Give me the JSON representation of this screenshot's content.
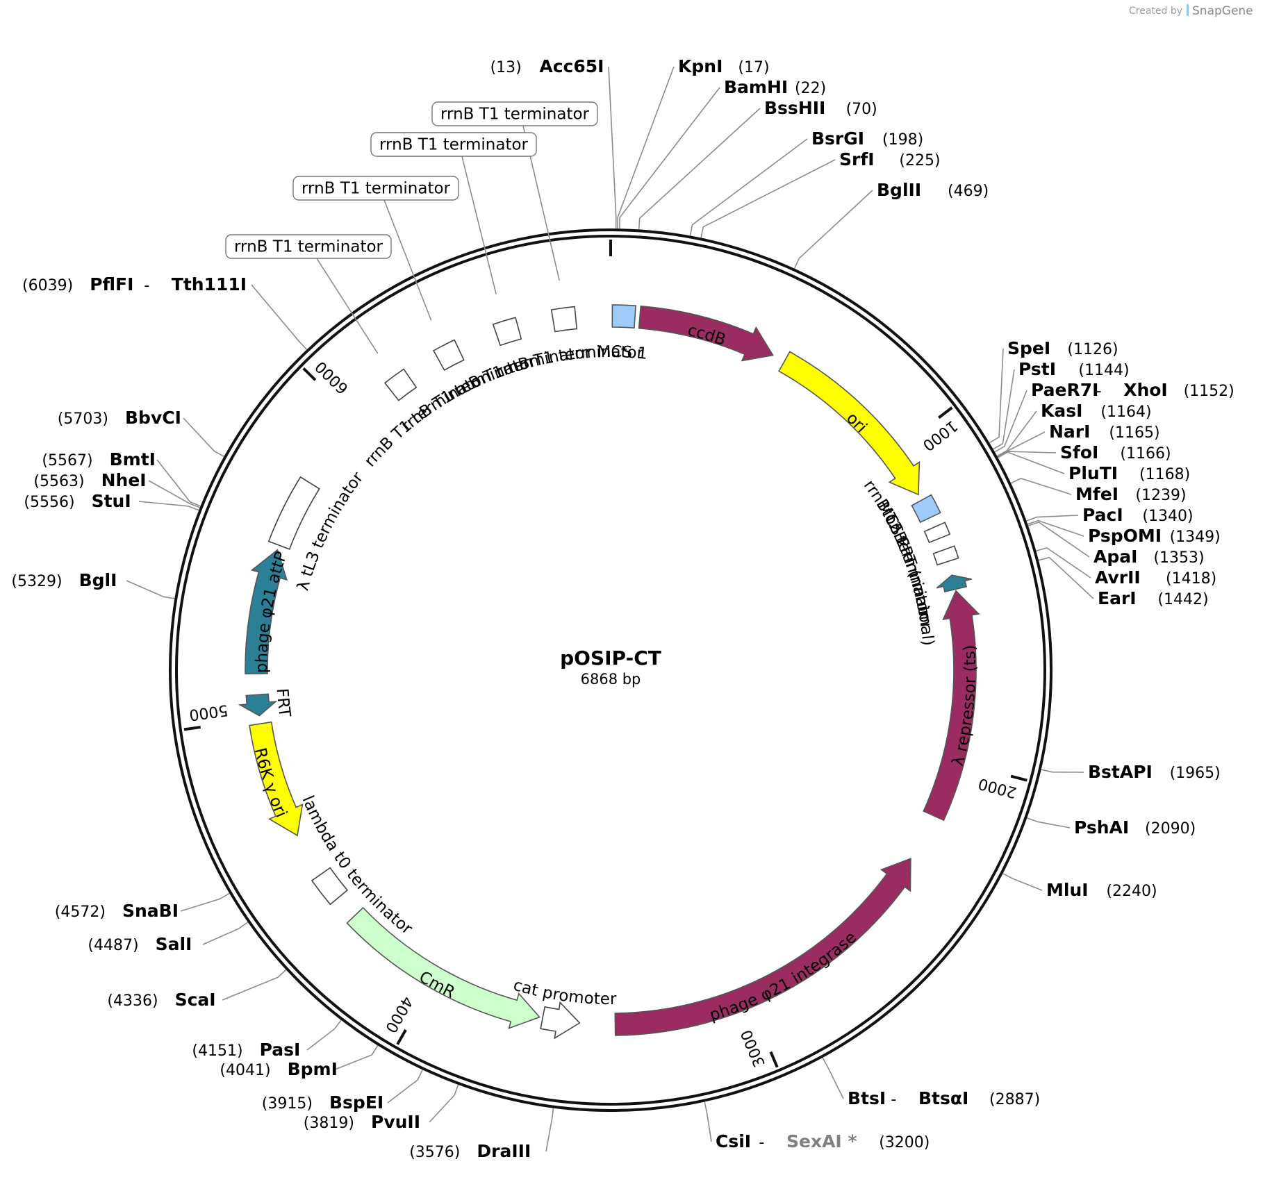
{
  "credit": {
    "prefix": "Created by",
    "brand": "SnapGene"
  },
  "plasmid": {
    "name": "pOSIP-CT",
    "size_label": "6868 bp",
    "length": 6868
  },
  "ticks": [
    {
      "pos": 1000,
      "label": "1000"
    },
    {
      "pos": 2000,
      "label": "2000"
    },
    {
      "pos": 3000,
      "label": "3000"
    },
    {
      "pos": 4000,
      "label": "4000"
    },
    {
      "pos": 5000,
      "label": "5000"
    },
    {
      "pos": 6000,
      "label": "6000"
    }
  ],
  "features": [
    {
      "name": "ccdB",
      "label": "ccdB",
      "type": "arrow",
      "strand": 1,
      "start": 90,
      "end": 520,
      "color": "#9b2c62",
      "text_color": "#ffffff",
      "label_inside": true
    },
    {
      "name": "ori",
      "label": "ori",
      "type": "arrow",
      "strand": 1,
      "start": 560,
      "end": 1150,
      "color": "#ffff00",
      "text_color": "#000000",
      "label_inside": true
    },
    {
      "name": "mcs1",
      "label": "MCS 1",
      "type": "box",
      "start": 5,
      "end": 75,
      "color": "#9fcbfb"
    },
    {
      "name": "mcs2",
      "label": "MCS 2",
      "type": "box",
      "start": 1170,
      "end": 1230,
      "color": "#9fcbfb"
    },
    {
      "name": "rrnb-t2",
      "label": "rrnB T2 terminator",
      "type": "box",
      "start": 1262,
      "end": 1300,
      "color": "#ffffff"
    },
    {
      "name": "tonb",
      "label": "tonB terminator",
      "type": "box",
      "start": 1338,
      "end": 1376,
      "color": "#ffffff"
    },
    {
      "name": "frt-minimal",
      "label": "FRT (minimal)",
      "type": "arrow",
      "strand": -1,
      "start": 1420,
      "end": 1465,
      "color": "#2b7f96",
      "text_color": "#000000",
      "label_inside": false
    },
    {
      "name": "lambda-repressor",
      "label": "λ repressor (ts)",
      "type": "arrow",
      "strand": -1,
      "start": 1470,
      "end": 2180,
      "color": "#9b2c62",
      "text_color": "#ffffff",
      "label_inside": true
    },
    {
      "name": "phage-integrase",
      "label": "phage φ21 integrase",
      "type": "arrow",
      "strand": -1,
      "start": 2330,
      "end": 3420,
      "color": "#9b2c62",
      "text_color": "#ffffff",
      "label_inside": true
    },
    {
      "name": "cat-promoter",
      "label": "cat promoter",
      "type": "arrow",
      "strand": -1,
      "start": 3530,
      "end": 3645,
      "color": "#ffffff",
      "text_color": "#000000",
      "label_inside": false
    },
    {
      "name": "cmr",
      "label": "CmR",
      "type": "arrow",
      "strand": -1,
      "start": 3655,
      "end": 4315,
      "color": "#ccffcc",
      "text_color": "#000000",
      "label_inside": true
    },
    {
      "name": "lambda-t0",
      "label": "lambda t0 terminator",
      "type": "box",
      "start": 4390,
      "end": 4480,
      "color": "#ffffff"
    },
    {
      "name": "r6k-ori",
      "label": "R6K γ ori",
      "type": "arrow",
      "strand": -1,
      "start": 4620,
      "end": 4985,
      "color": "#ffff00",
      "text_color": "#000000",
      "label_inside": true
    },
    {
      "name": "frt",
      "label": "FRT",
      "type": "arrow",
      "strand": -1,
      "start": 5010,
      "end": 5075,
      "color": "#2b7f96",
      "text_color": "#000000",
      "label_inside": false
    },
    {
      "name": "phage-attp",
      "label": "phage φ21 attP",
      "type": "arrow",
      "strand": 1,
      "start": 5140,
      "end": 5530,
      "color": "#2b7f96",
      "text_color": "#ffffff",
      "label_inside": true
    },
    {
      "name": "tl3",
      "label": "λ tL3 terminator",
      "type": "box",
      "start": 5545,
      "end": 5760,
      "color": "#ffffff"
    },
    {
      "name": "rrnb-t1-a",
      "label": "rrnB T1 terminator",
      "type": "box",
      "start": 6140,
      "end": 6210,
      "color": "#ffffff"
    },
    {
      "name": "rrnb-t1-b",
      "label": "rrnB T1 terminator",
      "type": "box",
      "start": 6315,
      "end": 6385,
      "color": "#ffffff"
    },
    {
      "name": "rrnb-t1-c",
      "label": "rrnB T1 terminator",
      "type": "box",
      "start": 6510,
      "end": 6580,
      "color": "#ffffff"
    },
    {
      "name": "rrnb-t1-d",
      "label": "rrnB T1 terminator",
      "type": "box",
      "start": 6690,
      "end": 6760,
      "color": "#ffffff"
    }
  ],
  "box_callouts": [
    {
      "text": "rrnB T1 terminator"
    },
    {
      "text": "rrnB T1 terminator"
    },
    {
      "text": "rrnB T1 terminator"
    },
    {
      "text": "rrnB T1 terminator"
    }
  ],
  "sites": [
    {
      "name": "Acc65I",
      "pos": "(13)",
      "side": "left"
    },
    {
      "name": "KpnI",
      "pos": "(17)",
      "side": "right"
    },
    {
      "name": "BamHI",
      "pos": "(22)",
      "side": "right"
    },
    {
      "name": "BssHII",
      "pos": "(70)",
      "side": "right"
    },
    {
      "name": "BsrGI",
      "pos": "(198)",
      "side": "right"
    },
    {
      "name": "SrfI",
      "pos": "(225)",
      "side": "right"
    },
    {
      "name": "BglII",
      "pos": "(469)",
      "side": "right"
    },
    {
      "name": "SpeI",
      "pos": "(1126)",
      "side": "right"
    },
    {
      "name": "PstI",
      "pos": "(1144)",
      "side": "right"
    },
    {
      "name": "PaeR7I",
      "name2": "XhoI",
      "pos": "(1152)",
      "side": "right"
    },
    {
      "name": "KasI",
      "pos": "(1164)",
      "side": "right"
    },
    {
      "name": "NarI",
      "pos": "(1165)",
      "side": "right"
    },
    {
      "name": "SfoI",
      "pos": "(1166)",
      "side": "right"
    },
    {
      "name": "PluTI",
      "pos": "(1168)",
      "side": "right"
    },
    {
      "name": "MfeI",
      "pos": "(1239)",
      "side": "right"
    },
    {
      "name": "PacI",
      "pos": "(1340)",
      "side": "right"
    },
    {
      "name": "PspOMI",
      "pos": "(1349)",
      "side": "right"
    },
    {
      "name": "ApaI",
      "pos": "(1353)",
      "side": "right"
    },
    {
      "name": "AvrII",
      "pos": "(1418)",
      "side": "right"
    },
    {
      "name": "EarI",
      "pos": "(1442)",
      "side": "right"
    },
    {
      "name": "BstAPI",
      "pos": "(1965)",
      "side": "right"
    },
    {
      "name": "PshAI",
      "pos": "(2090)",
      "side": "right"
    },
    {
      "name": "MluI",
      "pos": "(2240)",
      "side": "right"
    },
    {
      "name": "BtsI",
      "name2": "BtsαI",
      "pos": "(2887)",
      "side": "right"
    },
    {
      "name": "CsiI",
      "name2": "SexAI *",
      "name2_gray": true,
      "pos": "(3200)",
      "side": "right"
    },
    {
      "name": "DraIII",
      "pos": "(3576)",
      "side": "left"
    },
    {
      "name": "PvuII",
      "pos": "(3819)",
      "side": "left"
    },
    {
      "name": "BspEI",
      "pos": "(3915)",
      "side": "left"
    },
    {
      "name": "BpmI",
      "pos": "(4041)",
      "side": "left"
    },
    {
      "name": "PasI",
      "pos": "(4151)",
      "side": "left"
    },
    {
      "name": "ScaI",
      "pos": "(4336)",
      "side": "left"
    },
    {
      "name": "SalI",
      "pos": "(4487)",
      "side": "left"
    },
    {
      "name": "SnaBI",
      "pos": "(4572)",
      "side": "left"
    },
    {
      "name": "BglI",
      "pos": "(5329)",
      "side": "left"
    },
    {
      "name": "StuI",
      "pos": "(5556)",
      "side": "left"
    },
    {
      "name": "NheI",
      "pos": "(5563)",
      "side": "left"
    },
    {
      "name": "BmtI",
      "pos": "(5567)",
      "side": "left"
    },
    {
      "name": "BbvCI",
      "pos": "(5703)",
      "side": "left"
    },
    {
      "name": "PflFI",
      "name2": "Tth111I",
      "pos": "(6039)",
      "side": "left"
    }
  ]
}
